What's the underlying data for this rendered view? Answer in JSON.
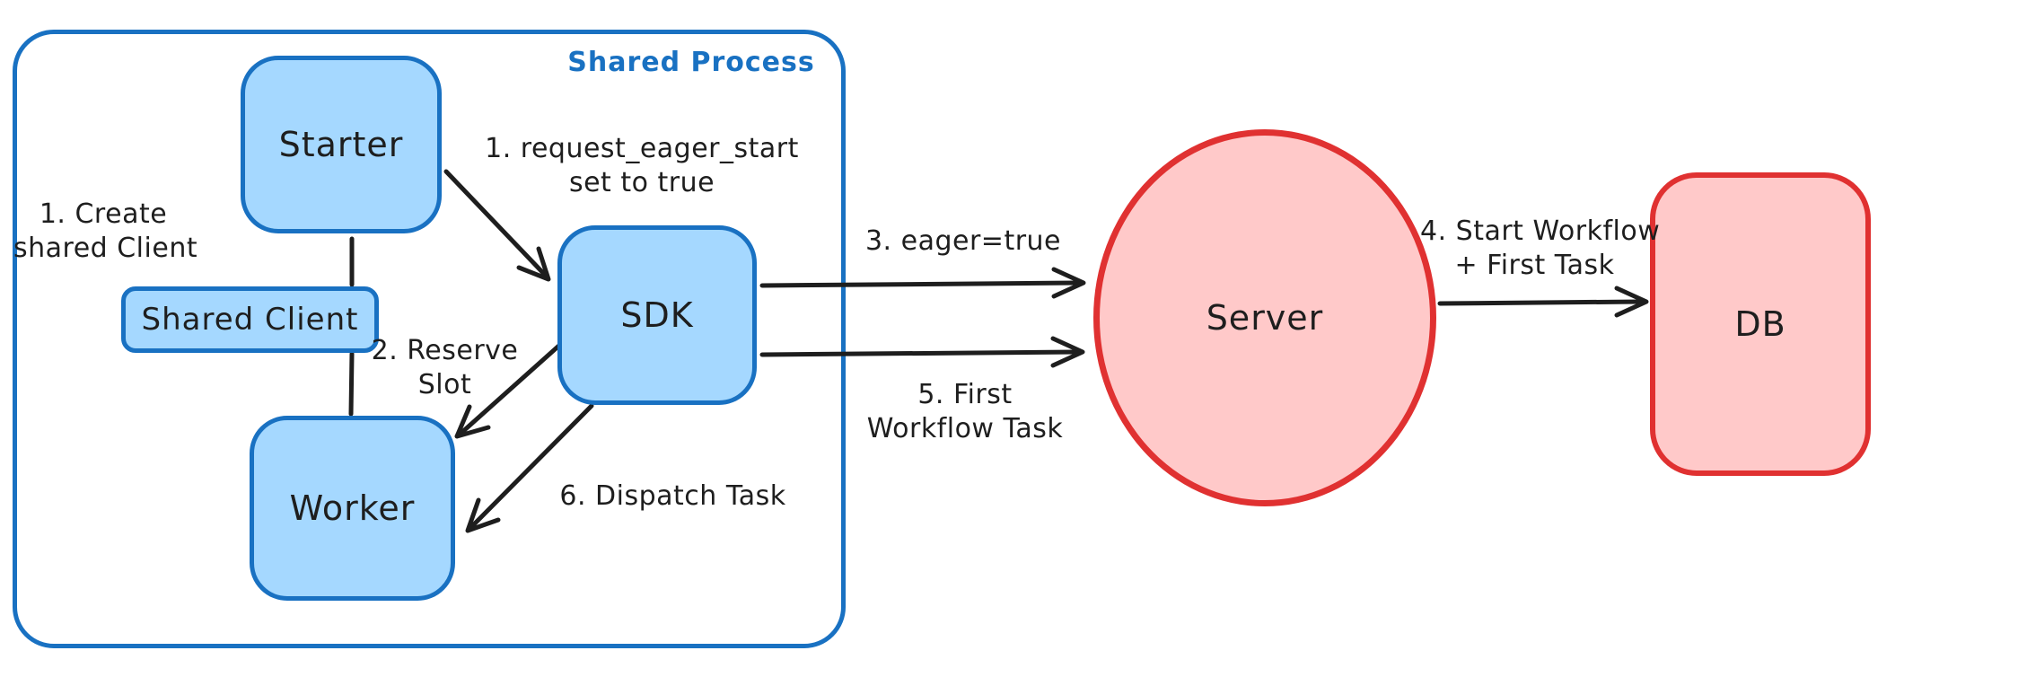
{
  "colors": {
    "blue_stroke": "#1971c2",
    "blue_fill": "#a5d8ff",
    "red_stroke": "#e03131",
    "red_fill": "#ffc9c9",
    "ink": "#1e1e1e",
    "background": "#ffffff"
  },
  "container": {
    "label": "Shared Process"
  },
  "nodes": {
    "starter": {
      "label": "Starter"
    },
    "shared_client": {
      "label": "Shared Client"
    },
    "worker": {
      "label": "Worker"
    },
    "sdk": {
      "label": "SDK"
    },
    "server": {
      "label": "Server"
    },
    "db": {
      "label": "DB"
    }
  },
  "annotations": {
    "create_client": {
      "line1": "1. Create",
      "line2": "shared Client"
    },
    "request_eager": {
      "line1": "1. request_eager_start",
      "line2": "set to true"
    },
    "reserve_slot": {
      "line1": "2. Reserve",
      "line2": "Slot"
    },
    "dispatch_task": {
      "text": "6. Dispatch Task"
    },
    "eager_true": {
      "text": "3. eager=true"
    },
    "first_workflow_task": {
      "line1": "5. First",
      "line2": "Workflow Task"
    },
    "start_workflow": {
      "line1": "4. Start Workflow",
      "line2": "+ First Task"
    }
  }
}
